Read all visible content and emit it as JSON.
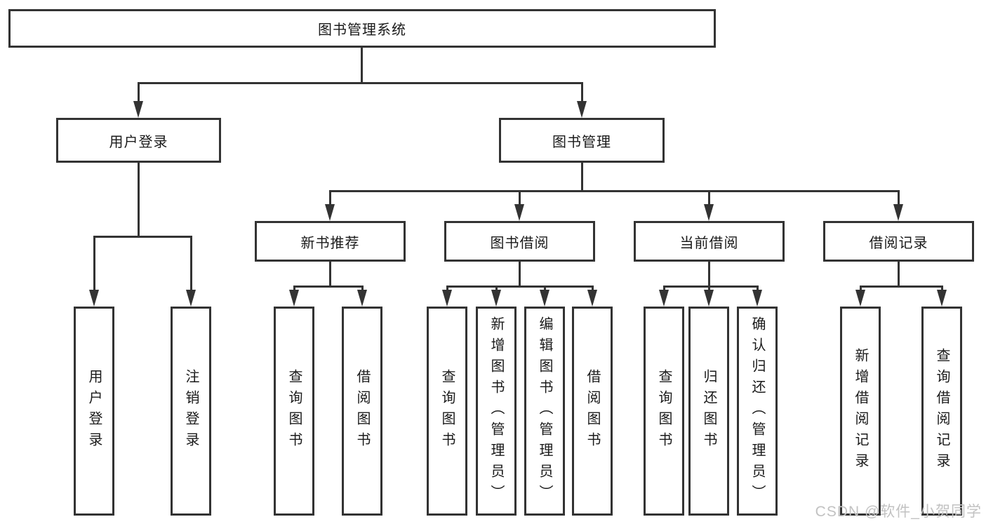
{
  "diagram": {
    "title": "图书管理系统",
    "level2": {
      "login": "用户登录",
      "management": "图书管理"
    },
    "level3": {
      "recommend": "新书推荐",
      "borrow": "图书借阅",
      "current": "当前借阅",
      "records": "借阅记录"
    },
    "leaves": {
      "login_user": "用户登录",
      "login_logout": "注销登录",
      "rec_query": "查询图书",
      "rec_borrow": "借阅图书",
      "bor_query": "查询图书",
      "bor_add": "新增图书（管理员）",
      "bor_edit": "编辑图书（管理员）",
      "bor_borrow": "借阅图书",
      "cur_query": "查询图书",
      "cur_return": "归还图书",
      "cur_confirm": "确认归还（管理员）",
      "records_add": "新增借阅记录",
      "records_query": "查询借阅记录"
    },
    "watermark": "CSDN @软件_小贺同学",
    "colors": {
      "line": "#333333",
      "text": "#1a1a1a",
      "watermark": "#c2c2c2",
      "background": "#ffffff"
    }
  }
}
